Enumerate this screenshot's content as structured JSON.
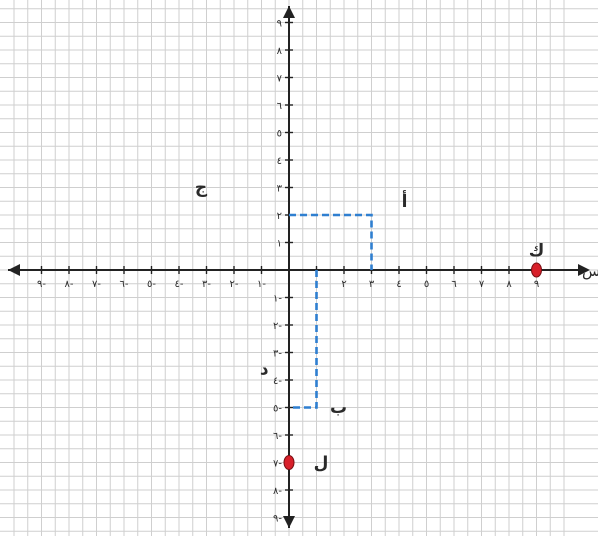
{
  "chart_data": {
    "type": "coordinate-plane",
    "xlim": [
      -10,
      10
    ],
    "ylim": [
      -10,
      10
    ],
    "grid": true,
    "axis_labels": {
      "x": "س"
    },
    "x_tick_labels": {
      "positive": [
        "١",
        "٢",
        "٣",
        "٤",
        "٥",
        "٦",
        "٧",
        "٨",
        "٩"
      ],
      "negative": [
        "١-",
        "٢-",
        "٣-",
        "٤-",
        "٥-",
        "٦-",
        "٧-",
        "٨-",
        "٩-"
      ]
    },
    "y_tick_labels": {
      "positive": [
        "١",
        "٢",
        "٣",
        "٤",
        "٥",
        "٦",
        "٧",
        "٨",
        "٩"
      ],
      "negative": [
        "١-",
        "٢-",
        "٣-",
        "٤-",
        "٥-",
        "٦-",
        "٧-",
        "٨-",
        "٩-"
      ]
    },
    "paths": [
      {
        "style": "dashed",
        "color": "#2f7fd0",
        "points": [
          [
            0,
            2
          ],
          [
            3,
            2
          ],
          [
            3,
            0
          ]
        ]
      },
      {
        "style": "dashed",
        "color": "#2f7fd0",
        "points": [
          [
            1,
            0
          ],
          [
            1,
            -5
          ],
          [
            0,
            -5
          ]
        ]
      }
    ],
    "points": [
      {
        "x": 9,
        "y": 0,
        "label": "ك",
        "color": "#d8202a"
      },
      {
        "x": 0,
        "y": -7,
        "label": "ل",
        "color": "#d8202a"
      }
    ],
    "region_labels": [
      {
        "text": "أ",
        "x": 4.2,
        "y": 2.3
      },
      {
        "text": "ج",
        "x": -3.2,
        "y": 2.8
      },
      {
        "text": "ب",
        "x": 1.8,
        "y": -5.2
      },
      {
        "text": "د",
        "x": -0.9,
        "y": -3.8
      }
    ]
  }
}
